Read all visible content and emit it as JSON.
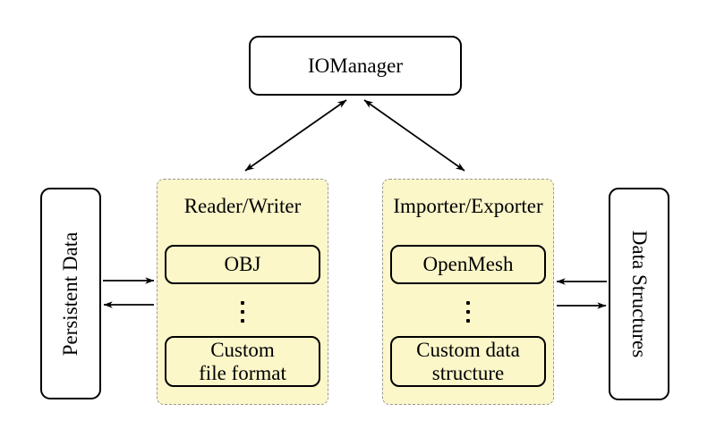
{
  "nodes": {
    "io_manager": {
      "label": "IOManager"
    },
    "persistent_data": {
      "label": "Persistent Data"
    },
    "data_structures": {
      "label": "Data Structures"
    }
  },
  "panels": [
    {
      "title": "Reader/Writer",
      "boxes": [
        {
          "lines": [
            "OBJ"
          ]
        },
        {
          "lines": [
            "Custom",
            "file format"
          ]
        }
      ]
    },
    {
      "title": "Importer/Exporter",
      "boxes": [
        {
          "lines": [
            "OpenMesh"
          ]
        },
        {
          "lines": [
            "Custom data",
            "structure"
          ]
        }
      ]
    }
  ],
  "icons": {
    "vertical_ellipsis": "vertical-ellipsis"
  },
  "colors": {
    "background": "#ffffff",
    "panel_fill": "#fbf7c9",
    "panel_border": "#979797",
    "node_fill": "#ffffff",
    "node_border": "#000000",
    "arrow": "#000000",
    "text": "#000000"
  }
}
